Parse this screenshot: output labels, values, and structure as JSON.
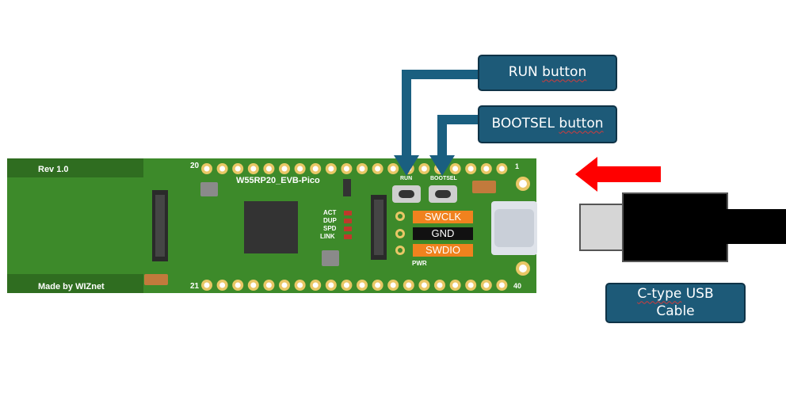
{
  "callouts": {
    "run": {
      "word": "RUN",
      "suffix": "button"
    },
    "bootsel": {
      "word": "BOOTSEL",
      "suffix": "button"
    },
    "cable": {
      "line1_a": "C-type",
      "line1_b": "USB",
      "line2": "Cable"
    }
  },
  "board": {
    "rev": "Rev 1.0",
    "made_by": "Made by WIZnet",
    "name": "W55RP20_EVB-Pico",
    "pin_20": "20",
    "pin_21": "21",
    "pin_1": "1",
    "pin_40": "40",
    "run_silk": "RUN",
    "bootsel_silk": "BOOTSEL",
    "leds": [
      "ACT",
      "DUP",
      "SPD",
      "LINK"
    ],
    "debug_pins": {
      "swclk": "SWCLK",
      "gnd": "GND",
      "swdio": "SWDIO"
    },
    "pwr": "PWR"
  },
  "colors": {
    "pcb": "#3d8a2a",
    "callout_bg": "#1d5a78",
    "arrow_blue": "#1a5f80",
    "arrow_red": "#ff0000",
    "swd_orange": "#f0821e"
  }
}
